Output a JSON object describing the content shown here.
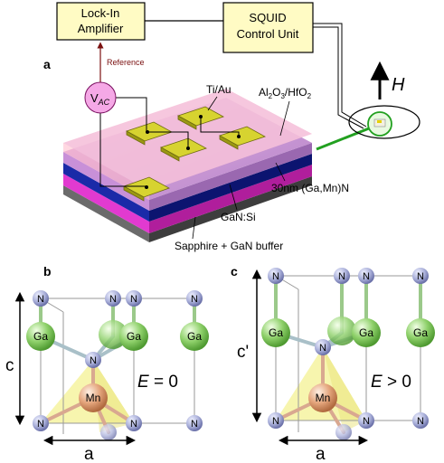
{
  "panel_a": {
    "letter": "a",
    "lockin_line1": "Lock-In",
    "lockin_line2": "Amplifier",
    "squid_line1": "SQUID",
    "squid_line2": "Control Unit",
    "reference": "Reference",
    "vac_main": "V",
    "vac_sub": "AC",
    "field": "H",
    "electrode": "Ti/Au",
    "oxide_a": "Al",
    "oxide_b": "2",
    "oxide_c": "O",
    "oxide_d": "3",
    "oxide_e": "/HfO",
    "oxide_f": "2",
    "layer_gamnn": "30nm (Ga,Mn)N",
    "layer_gansi": "GaN:Si",
    "layer_substrate": "Sapphire + GaN buffer"
  },
  "panel_b": {
    "letter": "b",
    "axis_c": "c",
    "axis_a": "a",
    "field_main": "E",
    "field_rest": " = 0"
  },
  "panel_c": {
    "letter": "c",
    "axis_c": "c'",
    "axis_a": "a",
    "field_main": "E",
    "field_rest": " > 0"
  },
  "atoms": {
    "n": "N",
    "ga": "Ga",
    "mn": "Mn"
  },
  "colors": {
    "lockin_fill": "#fffbc4",
    "vac_fill": "#f5a8e6",
    "ga_green": "#8fd16b",
    "n_blue": "#a9afd9",
    "mn_orange": "#e4a57c",
    "tetra_yellow": "#f6f3a0",
    "layer_magenta": "#e23ad0",
    "layer_blue": "#1020a0"
  }
}
